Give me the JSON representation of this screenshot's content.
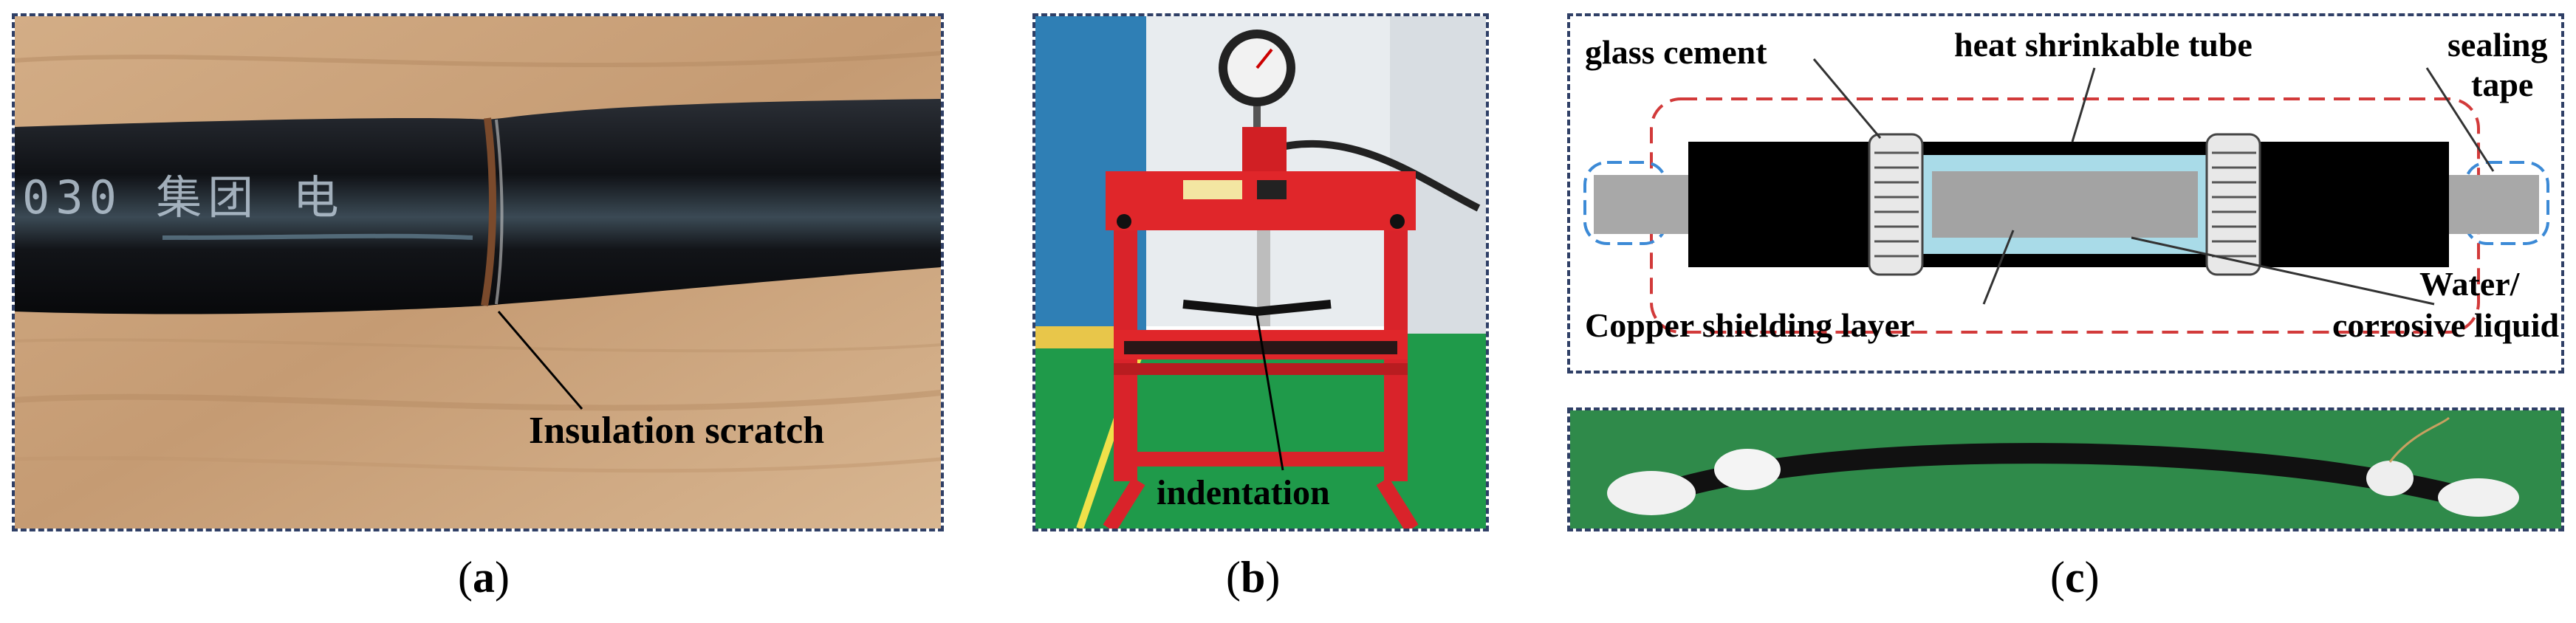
{
  "panels": {
    "a": {
      "callout": "Insulation scratch",
      "cable_print": "030  集团  电",
      "caption": {
        "open": "(",
        "letter": "a",
        "close": ")"
      }
    },
    "b": {
      "callout": "indentation",
      "caption": {
        "open": "(",
        "letter": "b",
        "close": ")"
      }
    },
    "c": {
      "labels": {
        "glass_cement": "glass cement",
        "heat_shrink": "heat shrinkable tube",
        "sealing_1": "sealing",
        "sealing_2": "tape",
        "copper": "Copper shielding layer",
        "water_1": "Water/",
        "water_2": "corrosive liquid"
      },
      "caption": {
        "open": "(",
        "letter": "c",
        "close": ")"
      }
    }
  },
  "colors": {
    "frame": "#2f3f66",
    "wood": "#c9a27a",
    "cable": "#15181d",
    "press_red": "#e0262a",
    "floor_green": "#1f9a4a",
    "wall_blue": "#2f7fb5",
    "dash_red": "#d23a3a",
    "dash_blue": "#3c8ad6",
    "tube_fill": "#a9dbe8",
    "sample_bg": "#2f8a4a"
  }
}
